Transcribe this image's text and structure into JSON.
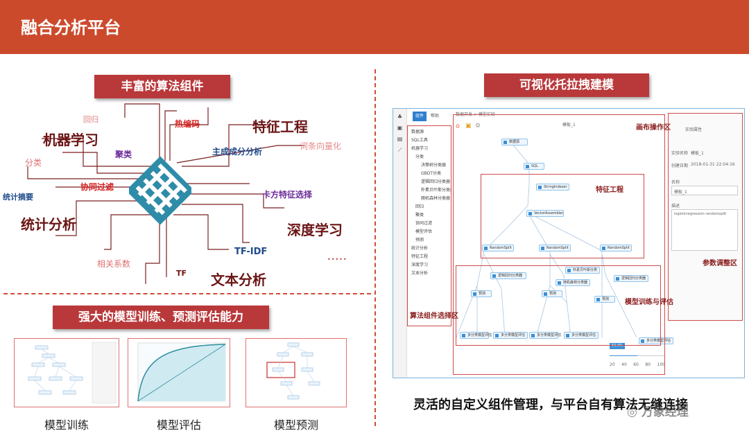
{
  "header": {
    "title": "融合分析平台"
  },
  "left": {
    "banner_algos": "丰富的算法组件",
    "cloud_words": [
      "回归",
      "热编码",
      "机器学习",
      "特征工程",
      "聚类",
      "主成成分分析",
      "词条向量化",
      "分类",
      "协同过滤",
      "卡方特征选择",
      "统计摘要",
      "统计分析",
      "深度学习",
      "TF-IDF",
      "相关系数",
      "TF",
      "文本分析"
    ],
    "banner_models": "强大的模型训练、预测评估能力",
    "thumbs": [
      {
        "caption": "模型训练"
      },
      {
        "caption": "模型评估"
      },
      {
        "caption": "模型预测"
      }
    ]
  },
  "right": {
    "banner": "可视化托拉拽建模",
    "app": {
      "tabs": [
        "组件",
        "帮助"
      ],
      "breadcrumb": "数据开发 > 模型实验",
      "canvas_title": "模板_1",
      "panel_title": "实验属性",
      "tree": [
        "数据源",
        "SQL工具",
        "机器学习",
        "分类",
        "决策树分类器",
        "GBDT分类",
        "逻辑回归分类器",
        "朴素贝叶斯分类器",
        "随机森林分类器",
        "回归",
        "聚类",
        "协同过滤",
        "模型评估",
        "预测",
        "统计分析",
        "特征工程",
        "深度学习",
        "文本分析"
      ],
      "regions": {
        "canvas": "画布操作区",
        "feature": "特征工程",
        "train": "模型训练与评估",
        "algo": "算法组件选择区",
        "param": "参数调整区"
      },
      "props": {
        "name_label": "实验名称",
        "name_value": "模板_1",
        "created_label": "创建日期",
        "created_value": "2018-01-31 22:04:16",
        "field_name_label": "名称",
        "field_name_value": "模板_1",
        "desc_label": "描述",
        "desc_value": "logisticregression randomsplit"
      },
      "nodes": [
        "数据源",
        "SQL",
        "StringIndexer",
        "VectorAssembler",
        "RandomSplit",
        "RandomSplit",
        "RandomSplit",
        "朴素贝叶斯分类",
        "逻辑回归分类器",
        "随机森林分类器",
        "逻辑回归分类器",
        "预测",
        "预测",
        "预测",
        "多分类模型评估",
        "多分类模型评估",
        "多分类模型评估",
        "多分类模型评估",
        "多分类模型评估"
      ],
      "progress": {
        "label": "50.0%",
        "value": 0.5
      },
      "axis_ticks": [
        "20",
        "40",
        "60",
        "80",
        "100"
      ]
    },
    "footer": "灵活的自定义组件管理，与平台自有算法无缝连接",
    "watermark": "万象经理"
  }
}
